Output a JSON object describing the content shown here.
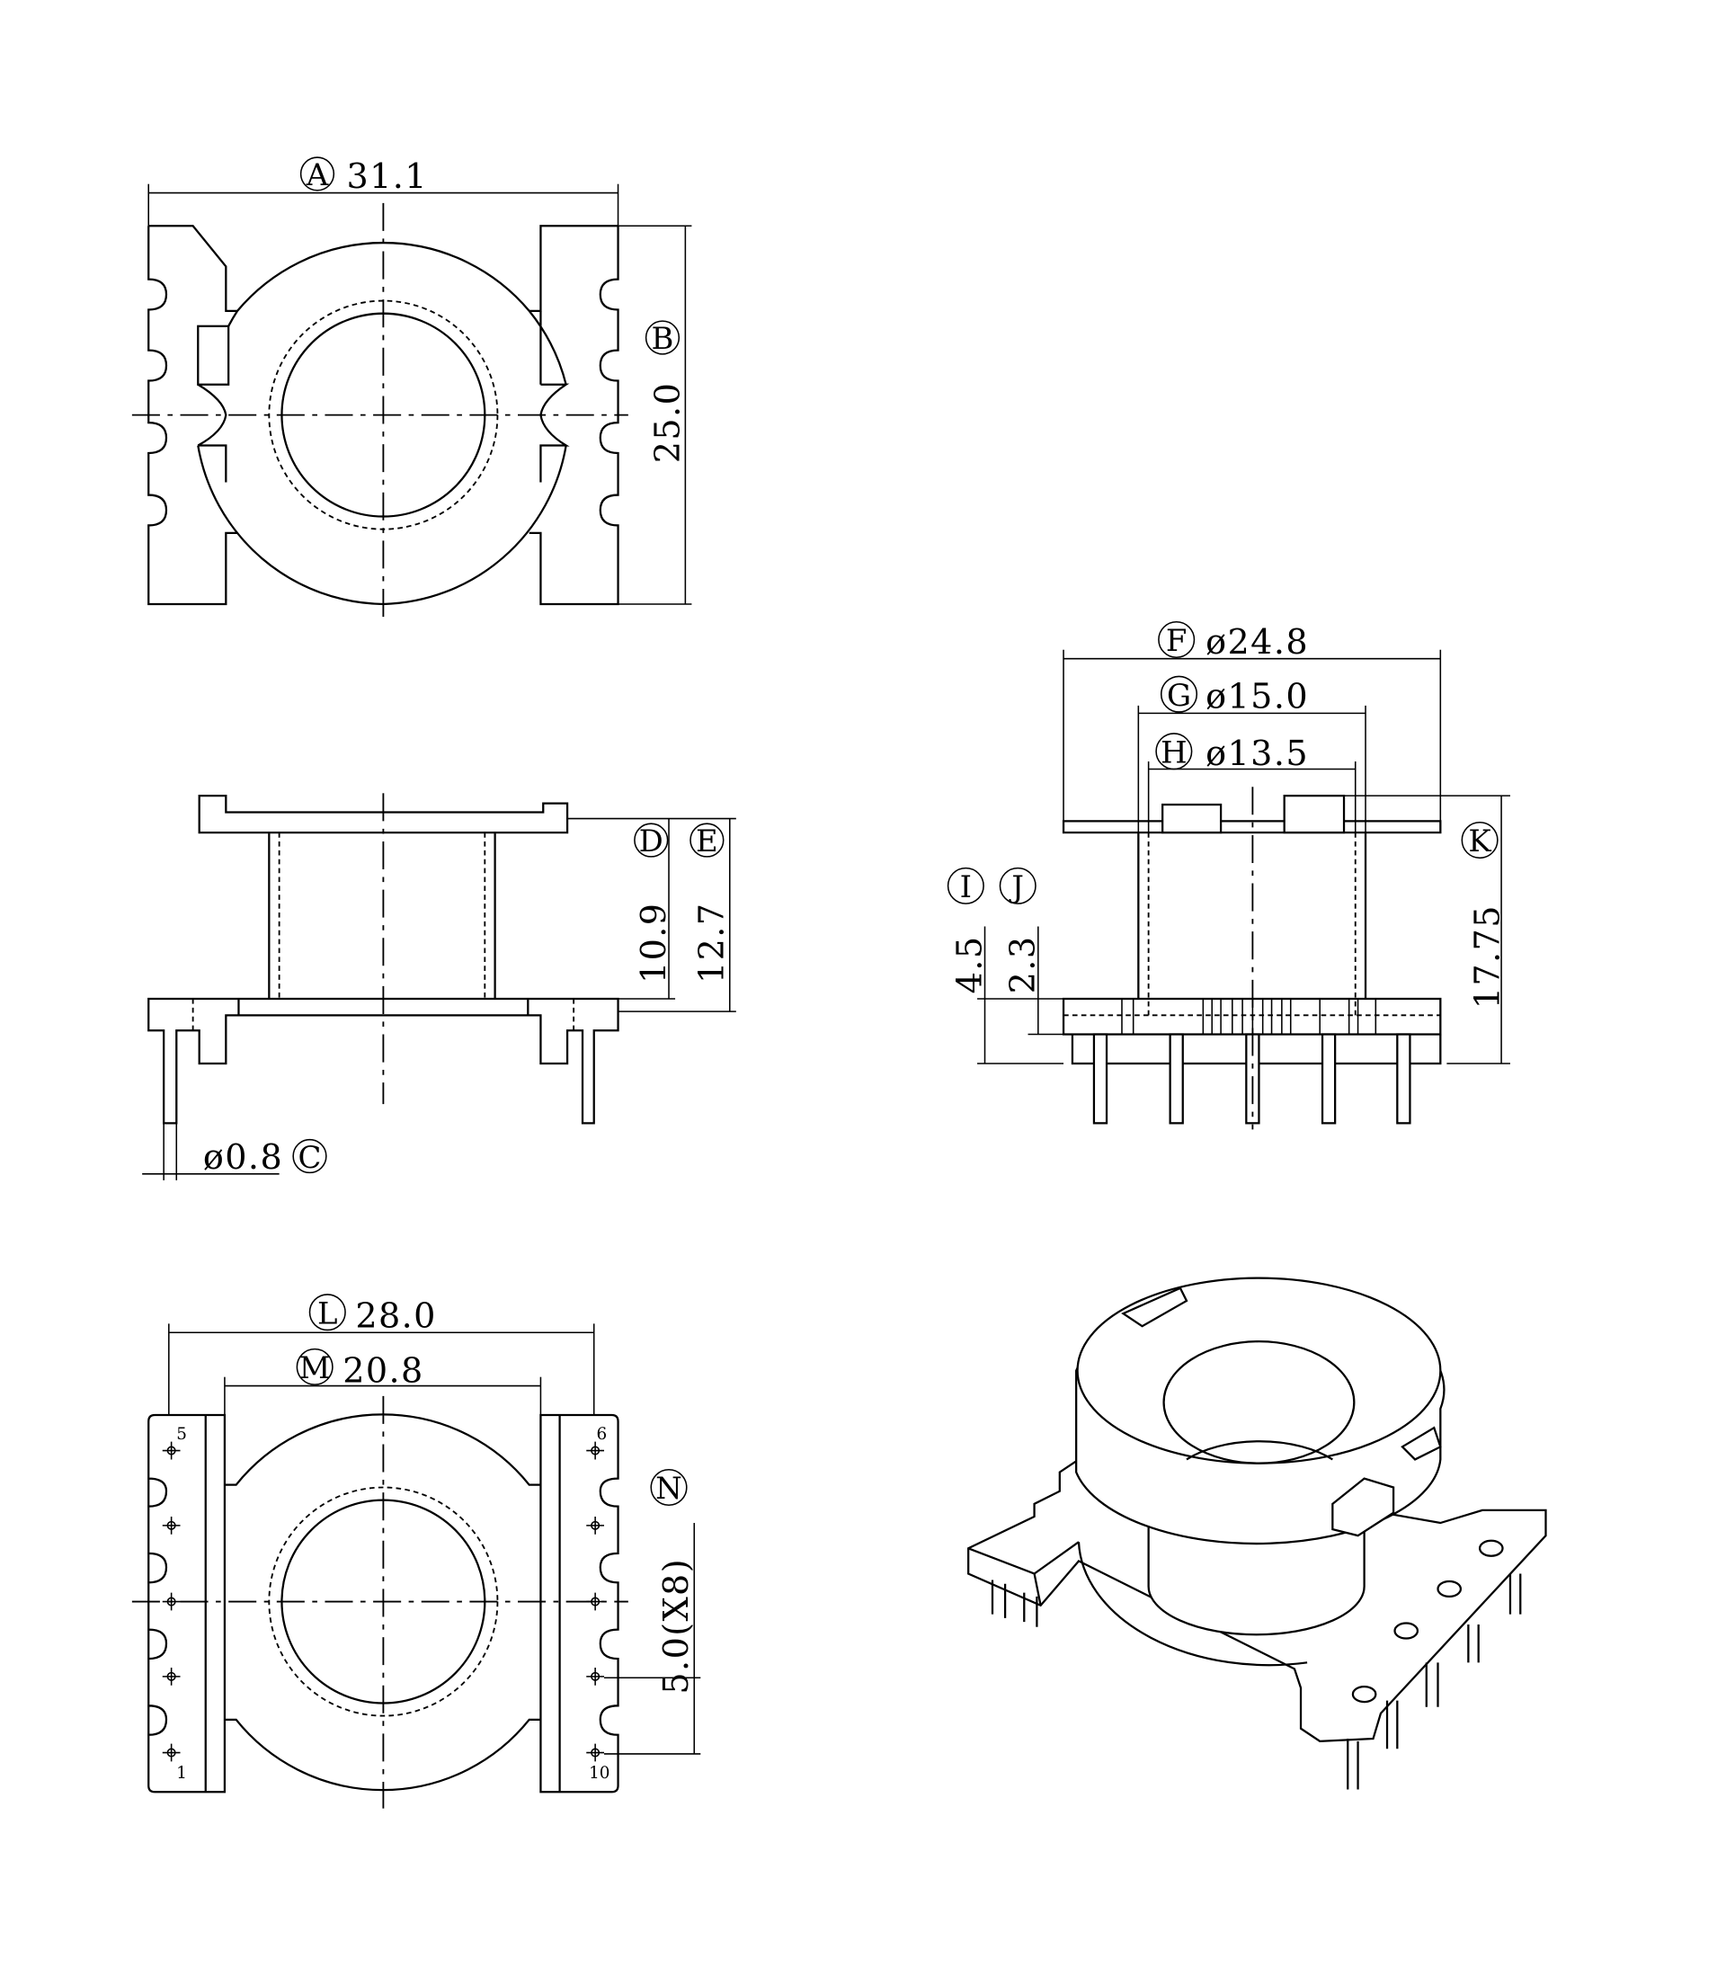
{
  "drawing": {
    "colors": {
      "line": "#000000",
      "background": "#ffffff"
    },
    "dimensions": {
      "A": {
        "letter": "A",
        "value": "31.1"
      },
      "B": {
        "letter": "B",
        "value": "25.0"
      },
      "C": {
        "letter": "C",
        "value": "ø0.8"
      },
      "D": {
        "letter": "D",
        "value": "10.9"
      },
      "E": {
        "letter": "E",
        "value": "12.7"
      },
      "F": {
        "letter": "F",
        "value": "ø24.8"
      },
      "G": {
        "letter": "G",
        "value": "ø15.0"
      },
      "H": {
        "letter": "H",
        "value": "ø13.5"
      },
      "I": {
        "letter": "I",
        "value": "4.5"
      },
      "J": {
        "letter": "J",
        "value": "2.3"
      },
      "K": {
        "letter": "K",
        "value": "17.75"
      },
      "L": {
        "letter": "L",
        "value": "28.0"
      },
      "M": {
        "letter": "M",
        "value": "20.8"
      },
      "N": {
        "letter": "N",
        "value": "5.0(X8)"
      }
    },
    "pin_labels": {
      "p5": "5",
      "p1": "1",
      "p6": "6",
      "p10": "10"
    }
  }
}
